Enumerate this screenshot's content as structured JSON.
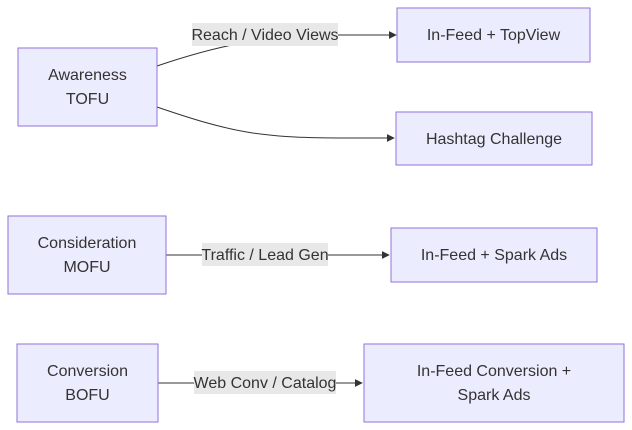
{
  "nodes": {
    "awareness": {
      "lines": [
        "Awareness",
        "TOFU"
      ]
    },
    "infeed_topview": {
      "lines": [
        "In-Feed + TopView"
      ]
    },
    "hashtag": {
      "lines": [
        "Hashtag Challenge"
      ]
    },
    "consideration": {
      "lines": [
        "Consideration",
        "MOFU"
      ]
    },
    "infeed_spark": {
      "lines": [
        "In-Feed + Spark Ads"
      ]
    },
    "conversion": {
      "lines": [
        "Conversion",
        "BOFU"
      ]
    },
    "infeed_conversion": {
      "lines": [
        "In-Feed Conversion +",
        "Spark Ads"
      ]
    }
  },
  "edges": {
    "reach": {
      "label": "Reach / Video Views"
    },
    "hashtag_link": {
      "label": ""
    },
    "traffic": {
      "label": "Traffic / Lead Gen"
    },
    "webconv": {
      "label": "Web Conv / Catalog"
    }
  },
  "colors": {
    "node_fill": "#ECECFF",
    "node_stroke": "#9370DB",
    "edge": "#333333",
    "label_bg": "#e8e8e8"
  }
}
